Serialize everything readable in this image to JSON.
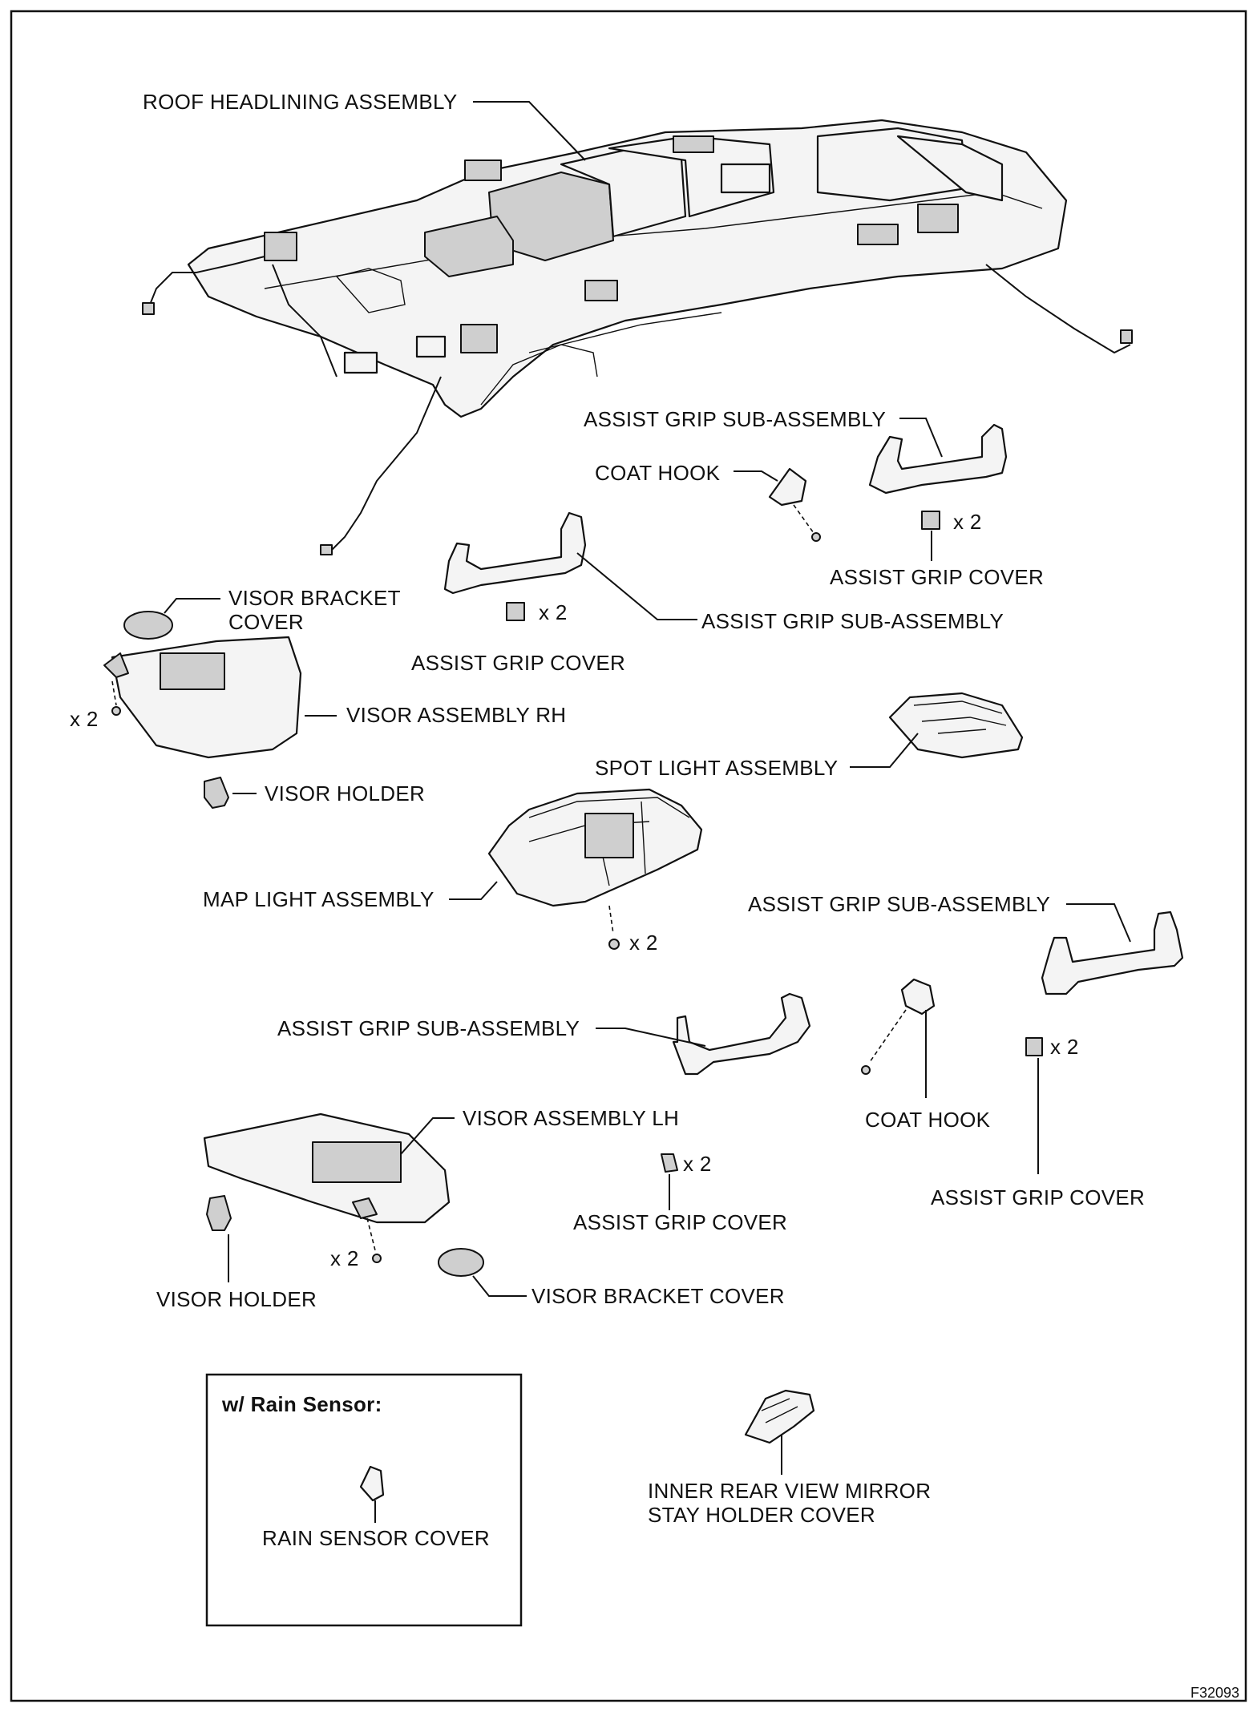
{
  "labels": {
    "roof_headlining": "ROOF HEADLINING ASSEMBLY",
    "assist_grip_sub_top_right": "ASSIST GRIP SUB-ASSEMBLY",
    "coat_hook_top": "COAT HOOK",
    "count_cover_top_right": "x 2",
    "assist_grip_cover_top_right": "ASSIST GRIP COVER",
    "visor_bracket_cover_rh_line1": "VISOR BRACKET",
    "visor_bracket_cover_rh_line2": "COVER",
    "count_cover_mid": "x 2",
    "assist_grip_sub_mid": "ASSIST GRIP SUB-ASSEMBLY",
    "assist_grip_cover_mid": "ASSIST GRIP COVER",
    "count_visor_rh_screw": "x 2",
    "visor_assembly_rh": "VISOR ASSEMBLY RH",
    "spot_light": "SPOT LIGHT ASSEMBLY",
    "visor_holder_rh": "VISOR HOLDER",
    "map_light": "MAP LIGHT ASSEMBLY",
    "assist_grip_sub_right_lower": "ASSIST GRIP SUB-ASSEMBLY",
    "count_map_light_screw": "x 2",
    "assist_grip_sub_left_lower": "ASSIST GRIP SUB-ASSEMBLY",
    "count_cover_right_lower": "x 2",
    "visor_assembly_lh": "VISOR ASSEMBLY LH",
    "coat_hook_lower": "COAT HOOK",
    "count_cover_lower": "x 2",
    "assist_grip_cover_right_lower": "ASSIST GRIP COVER",
    "assist_grip_cover_lower": "ASSIST GRIP COVER",
    "count_visor_lh_screw": "x 2",
    "visor_holder_lh": "VISOR HOLDER",
    "visor_bracket_cover_lh": "VISOR BRACKET COVER",
    "inner_mirror_cover_line1": "INNER REAR VIEW MIRROR",
    "inner_mirror_cover_line2": "STAY HOLDER COVER",
    "rain_sensor_box_title": "w/ Rain Sensor:",
    "rain_sensor_cover": "RAIN SENSOR COVER",
    "figure_id": "F32093"
  }
}
